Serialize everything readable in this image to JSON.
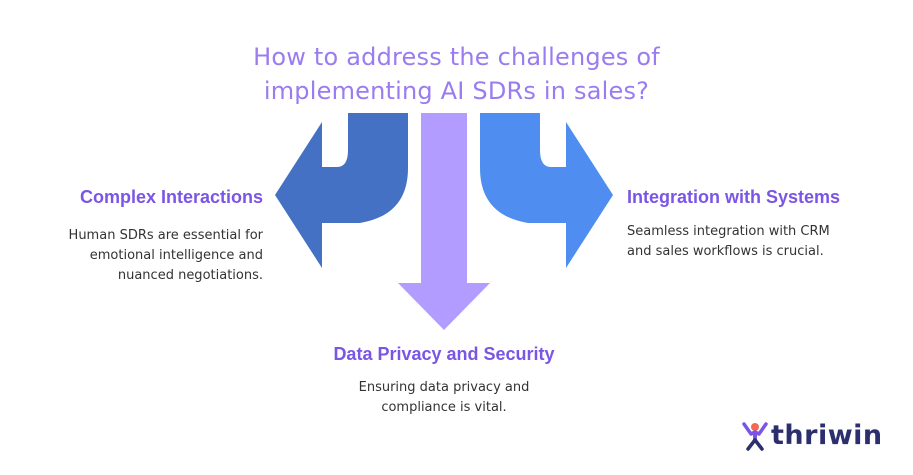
{
  "title": {
    "line1": "How to address the challenges of",
    "line2": "implementing AI SDRs in sales?"
  },
  "branches": {
    "left": {
      "heading": "Complex Interactions",
      "description": [
        "Human SDRs are essential for",
        "emotional intelligence and",
        "nuanced negotiations."
      ],
      "color": "#4571c4"
    },
    "center": {
      "heading": "Data Privacy and Security",
      "description": [
        "Ensuring data privacy and",
        "compliance is vital."
      ],
      "color": "#b39cff"
    },
    "right": {
      "heading": "Integration with Systems",
      "description": [
        "Seamless integration with CRM",
        "and sales workflows is crucial."
      ],
      "color": "#4f8ef0"
    }
  },
  "colors": {
    "title": "#9a7cf0",
    "heading": "#7a55e6",
    "text": "#333333"
  },
  "logo": {
    "text": "thriwin",
    "icon": "person-celebrating-icon"
  }
}
